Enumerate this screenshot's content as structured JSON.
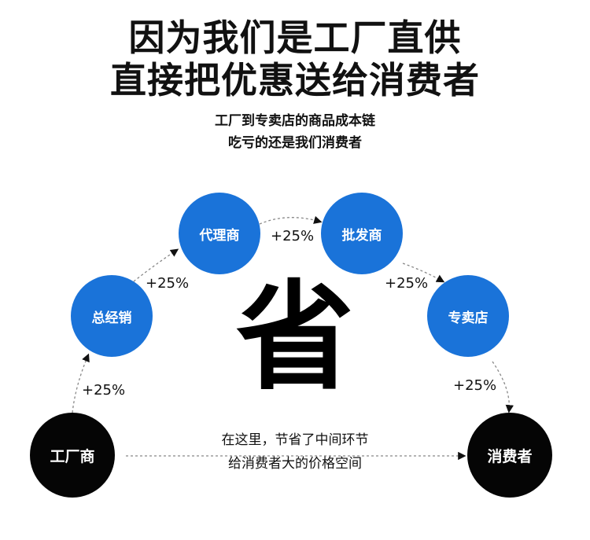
{
  "headline": {
    "line1": "因为我们是工厂直供",
    "line2": "直接把优惠送给消费者"
  },
  "subtitle": {
    "line1": "工厂到专卖店的商品成本链",
    "line2": "吃亏的还是我们消费者"
  },
  "nodes": {
    "factory": "工厂商",
    "distributor": "总经销",
    "agent": "代理商",
    "wholesaler": "批发商",
    "store": "专卖店",
    "consumer": "消费者"
  },
  "markups": {
    "factory_to_distributor": "+25%",
    "distributor_to_agent": "+25%",
    "agent_to_wholesaler": "+25%",
    "wholesaler_to_store": "+25%",
    "store_to_consumer": "+25%"
  },
  "big_char": "省",
  "center_note": {
    "line1": "在这里，节省了中间环节",
    "line2": "给消费者大的价格空间"
  },
  "colors": {
    "blue_node": "#1a73d9",
    "black_node": "#050505"
  }
}
